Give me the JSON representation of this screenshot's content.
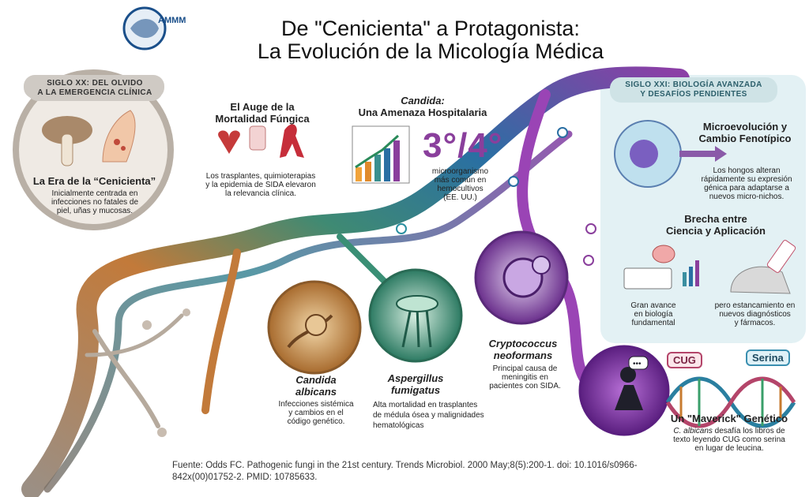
{
  "title": {
    "line1": "De \"Cenicienta\" a Protagonista:",
    "line2": "La Evolución de la Micología Médica"
  },
  "logo": {
    "text": "AMMM"
  },
  "era20": {
    "pill_line1": "SIGLO XX: DEL OLVIDO",
    "pill_line2": "A LA EMERGENCIA CLÍNICA",
    "cenicienta_title": "La Era de la “Cenicienta”",
    "cenicienta_text_1": "Inicialmente centrada en",
    "cenicienta_text_2": "infecciones no fatales de",
    "cenicienta_text_3": "piel, uñas y mucosas."
  },
  "auge": {
    "title_line1": "El Auge de la",
    "title_line2": "Mortalidad Fúngica",
    "text_1": "Los trasplantes, quimioterapias",
    "text_2": "y la epidemia de SIDA elevaron",
    "text_3": "la relevancia clínica."
  },
  "candida_hosp": {
    "title_line1": "Candida:",
    "title_line2": "Una Amenaza Hospitalaria",
    "rank": "3°/4°",
    "text_1": "microorganismo",
    "text_2": "más común en",
    "text_3": "hemocultivos",
    "text_4": "(EE. UU.)"
  },
  "era21": {
    "pill_line1": "SIGLO XXI: BIOLOGÍA AVANZADA",
    "pill_line2": "Y DESAFÍOS PENDIENTES",
    "micro_title_1": "Microevolución y",
    "micro_title_2": "Cambio Fenotípico",
    "micro_text_1": "Los hongos alteran",
    "micro_text_2": "rápidamente su expresión",
    "micro_text_3": "génica para adaptarse a",
    "micro_text_4": "nuevos micro-nichos.",
    "brecha_title_1": "Brecha entre",
    "brecha_title_2": "Ciencia y Aplicación",
    "brecha_left_1": "Gran avance",
    "brecha_left_2": "en biología",
    "brecha_left_3": "fundamental",
    "brecha_right_1": "pero estancamiento en",
    "brecha_right_2": "nuevos diagnósticos",
    "brecha_right_3": "y fármacos."
  },
  "organisms": {
    "candida_name_1": "Candida",
    "candida_name_2": "albicans",
    "candida_text_1": "Infecciones sistémica",
    "candida_text_2": "y cambios en el",
    "candida_text_3": "código genético.",
    "asper_name_1": "Aspergillus",
    "asper_name_2": "fumigatus",
    "asper_text_1": "Alta mortalidad en trasplantes",
    "asper_text_2": "de médula ósea y malignidades",
    "asper_text_3": "hematológicas",
    "crypto_name_1": "Cryptococcus",
    "crypto_name_2": "neoformans",
    "crypto_text_1": "Principal causa de",
    "crypto_text_2": "meningitis en",
    "crypto_text_3": "pacientes con SIDA."
  },
  "maverick": {
    "badge_cug": "CUG",
    "badge_serina": "Serina",
    "title": "Un \"Maverick\" Genético",
    "text_species": "C. albicans",
    "text_1_rest": " desafía los libros de",
    "text_2": "texto leyendo CUG como serina",
    "text_3": "en lugar de leucina."
  },
  "footer": {
    "line1": "Fuente: Odds FC. Pathogenic fungi in the 21st century. Trends Microbiol. 2000 May;8(5):200-1. doi: 10.1016/s0966-",
    "line2": "842x(00)01752-2. PMID: 10785633."
  },
  "colors": {
    "era20_pill": "#cfcac4",
    "era21_panel": "#e3f1f4",
    "purple_accent": "#8a3f9c",
    "teal_accent": "#2a8fa0"
  }
}
